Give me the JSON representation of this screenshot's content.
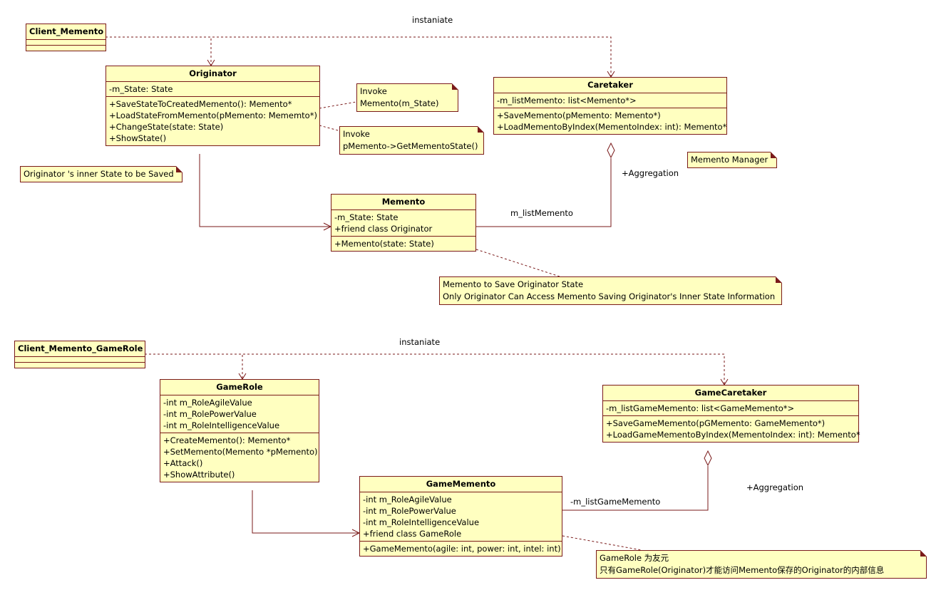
{
  "diagram1": {
    "client": {
      "name": "Client_Memento"
    },
    "originator": {
      "name": "Originator",
      "attributes": [
        "-m_State: State"
      ],
      "operations": [
        "+SaveStateToCreatedMemento(): Memento*",
        "+LoadStateFromMemento(pMemento: Mememto*)",
        "+ChangeState(state: State)",
        "+ShowState()"
      ]
    },
    "caretaker": {
      "name": "Caretaker",
      "attributes": [
        "-m_listMemento: list<Memento*>"
      ],
      "operations": [
        "+SaveMemento(pMemento: Memento*)",
        "+LoadMementoByIndex(MementoIndex: int): Memento*"
      ]
    },
    "memento": {
      "name": "Memento",
      "attributes": [
        "-m_State: State",
        "+friend class Originator"
      ],
      "operations": [
        "+Memento(state: State)"
      ]
    },
    "notes": {
      "invoke1": [
        "Invoke",
        "Memento(m_State)"
      ],
      "invoke2": [
        "Invoke",
        "pMemento->GetMementoState()"
      ],
      "inner_state": [
        "Originator 's inner State to be Saved"
      ],
      "manager": [
        "Memento Manager"
      ],
      "memento_note": [
        "Memento to Save Originator State",
        "Only Originator Can Access Memento Saving Originator's Inner State Information"
      ]
    },
    "labels": {
      "instaniate": "instaniate",
      "aggregation": "+Aggregation",
      "role": "m_listMemento"
    }
  },
  "diagram2": {
    "client": {
      "name": "Client_Memento_GameRole"
    },
    "gamerole": {
      "name": "GameRole",
      "attributes": [
        "-int m_RoleAgileValue",
        "-int m_RolePowerValue",
        "-int m_RoleIntelligenceValue"
      ],
      "operations": [
        "+CreateMemento(): Memento*",
        "+SetMemento(Memento *pMemento)",
        "+Attack()",
        "+ShowAttribute()"
      ]
    },
    "gamecaretaker": {
      "name": "GameCaretaker",
      "attributes": [
        "-m_listGameMemento: list<GameMemento*>"
      ],
      "operations": [
        "+SaveGameMemento(pGMemento: GameMemento*)",
        "+LoadGameMementoByIndex(MementoIndex: int): Memento*"
      ]
    },
    "gamememento": {
      "name": "GameMemento",
      "attributes": [
        "-int m_RoleAgileValue",
        "-int m_RolePowerValue",
        "-int m_RoleIntelligenceValue",
        "+friend class GameRole"
      ],
      "operations": [
        "+GameMemento(agile: int, power: int, intel: int)"
      ]
    },
    "notes": {
      "friend_note": [
        "GameRole 为友元",
        "只有GameRole(Originator)才能访问Memento保存的Originator的内部信息"
      ]
    },
    "labels": {
      "instaniate": "instaniate",
      "aggregation": "+Aggregation",
      "role": "-m_listGameMemento"
    }
  }
}
